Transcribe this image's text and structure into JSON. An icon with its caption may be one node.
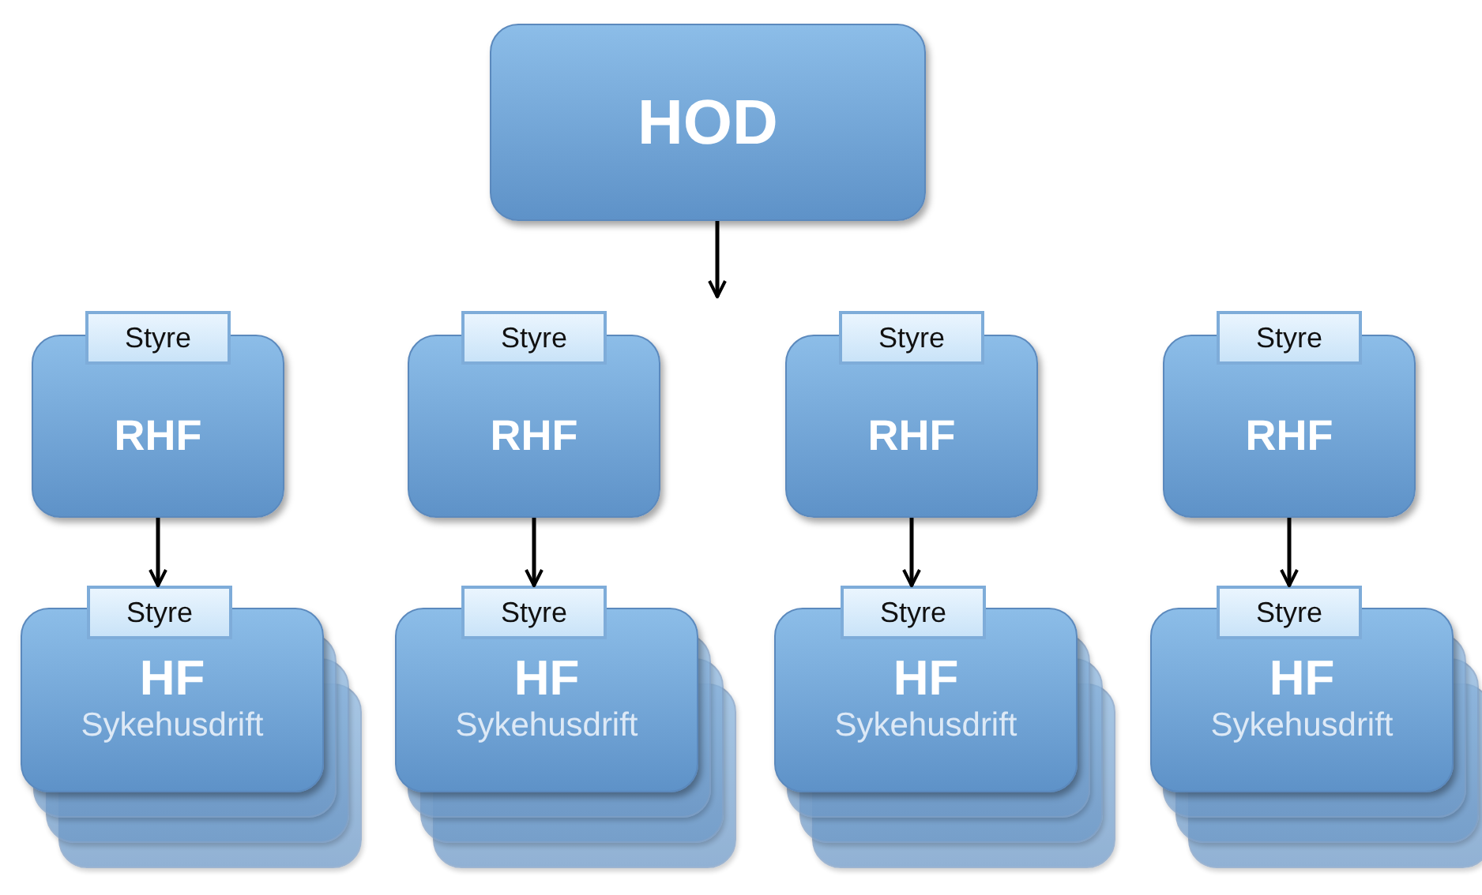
{
  "diagram": {
    "nodes": [
      {
        "text": [
          "HOD"
        ]
      },
      {
        "text": [
          "Styre"
        ]
      },
      {
        "text": [
          "RHF"
        ]
      },
      {
        "text": [
          "Styre"
        ]
      },
      {
        "text": [
          "RHF"
        ]
      },
      {
        "text": [
          "Styre"
        ]
      },
      {
        "text": [
          "RHF"
        ]
      },
      {
        "text": [
          "Styre"
        ]
      },
      {
        "text": [
          "RHF"
        ]
      },
      {
        "text": [
          "Styre"
        ]
      },
      {
        "text": [
          "HF",
          "Sykehusdrift"
        ]
      },
      {
        "text": [
          "Styre"
        ]
      },
      {
        "text": [
          "HF",
          "Sykehusdrift"
        ]
      },
      {
        "text": [
          "Styre"
        ]
      },
      {
        "text": [
          "HF",
          "Sykehusdrift"
        ]
      },
      {
        "text": [
          "Styre"
        ]
      },
      {
        "text": [
          "HF",
          "Sykehusdrift"
        ]
      }
    ],
    "edges": [
      {
        "from": 0,
        "to": null,
        "arrow": "to"
      },
      {
        "from": 2,
        "to": 9,
        "arrow": "to"
      },
      {
        "from": 4,
        "to": 11,
        "arrow": "to"
      },
      {
        "from": 6,
        "to": 13,
        "arrow": "to"
      },
      {
        "from": 8,
        "to": 15,
        "arrow": "to"
      }
    ]
  }
}
